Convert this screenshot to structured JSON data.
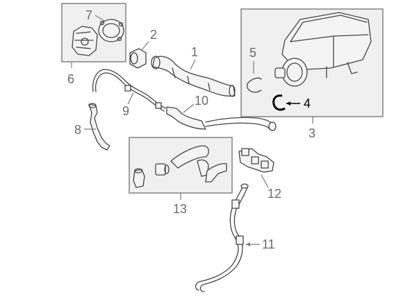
{
  "callouts": {
    "c1": "1",
    "c2": "2",
    "c3": "3",
    "c4": "4",
    "c5": "5",
    "c6": "6",
    "c7": "7",
    "c8": "8",
    "c9": "9",
    "c10": "10",
    "c11": "11",
    "c12": "12",
    "c13": "13"
  },
  "colors": {
    "line": "#444444",
    "callout": "#6b6b6b",
    "highlight": "#000000",
    "group_box_fill": "#f0f0f0",
    "group_box_stroke": "#8a8a8a"
  },
  "highlighted_part": "4"
}
